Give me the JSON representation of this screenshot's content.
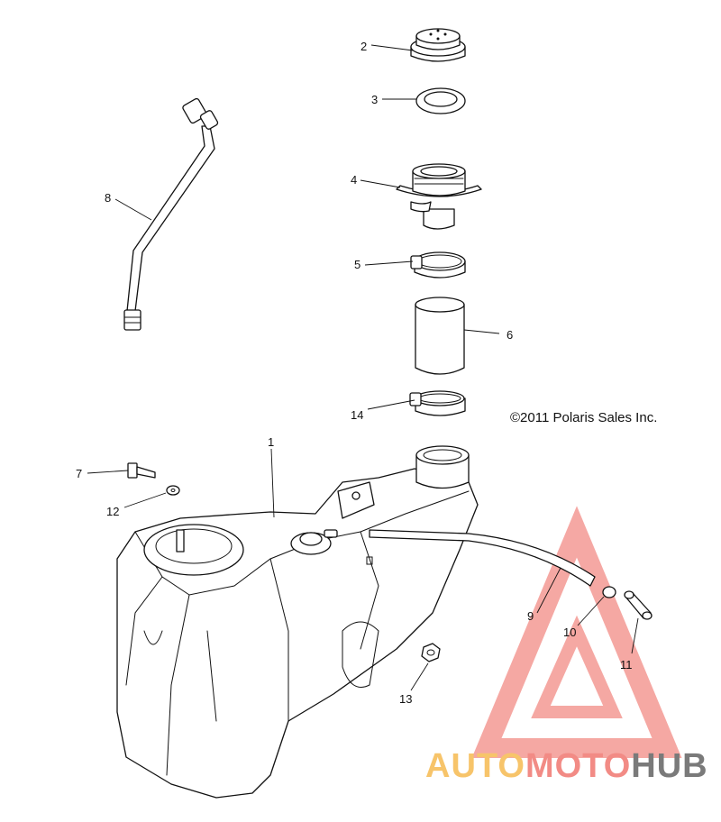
{
  "callouts": [
    {
      "id": "c1",
      "label": "1"
    },
    {
      "id": "c2",
      "label": "2"
    },
    {
      "id": "c3",
      "label": "3"
    },
    {
      "id": "c4",
      "label": "4"
    },
    {
      "id": "c5",
      "label": "5"
    },
    {
      "id": "c6",
      "label": "6"
    },
    {
      "id": "c7",
      "label": "7"
    },
    {
      "id": "c8",
      "label": "8"
    },
    {
      "id": "c9",
      "label": "9"
    },
    {
      "id": "c10",
      "label": "10"
    },
    {
      "id": "c11",
      "label": "11"
    },
    {
      "id": "c12",
      "label": "12"
    },
    {
      "id": "c13",
      "label": "13"
    },
    {
      "id": "c14",
      "label": "14"
    }
  ],
  "copyright": "©2011 Polaris Sales Inc.",
  "watermark": {
    "part1": "AUTO",
    "part2": "MOTO",
    "part3": "HUB",
    "color_primary": "#f28b85",
    "color_secondary": "#f7c46a",
    "color_dark": "#7a7a7a"
  }
}
